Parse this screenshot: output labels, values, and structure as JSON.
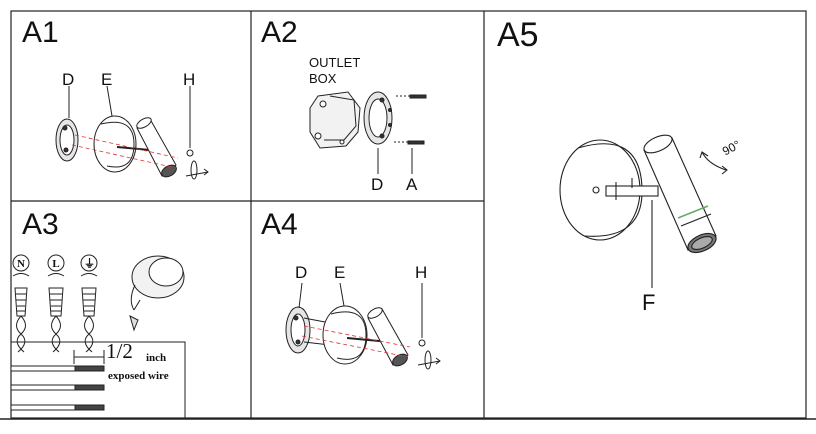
{
  "panels": {
    "a1": {
      "label": "A1",
      "callouts": {
        "d": "D",
        "e": "E",
        "h": "H"
      }
    },
    "a2": {
      "label": "A2",
      "box_line1": "OUTLET",
      "box_line2": "BOX",
      "callouts": {
        "d": "D",
        "a": "A"
      }
    },
    "a3": {
      "label": "A3",
      "wire_symbols": [
        "N",
        "L",
        "⏚"
      ],
      "strip_length": "1/2",
      "strip_unit": "inch",
      "strip_note": "exposed wire"
    },
    "a4": {
      "label": "A4",
      "callouts": {
        "d": "D",
        "e": "E",
        "h": "H"
      }
    },
    "a5": {
      "label": "A5",
      "rotation": "90°",
      "callouts": {
        "f": "F"
      }
    }
  }
}
